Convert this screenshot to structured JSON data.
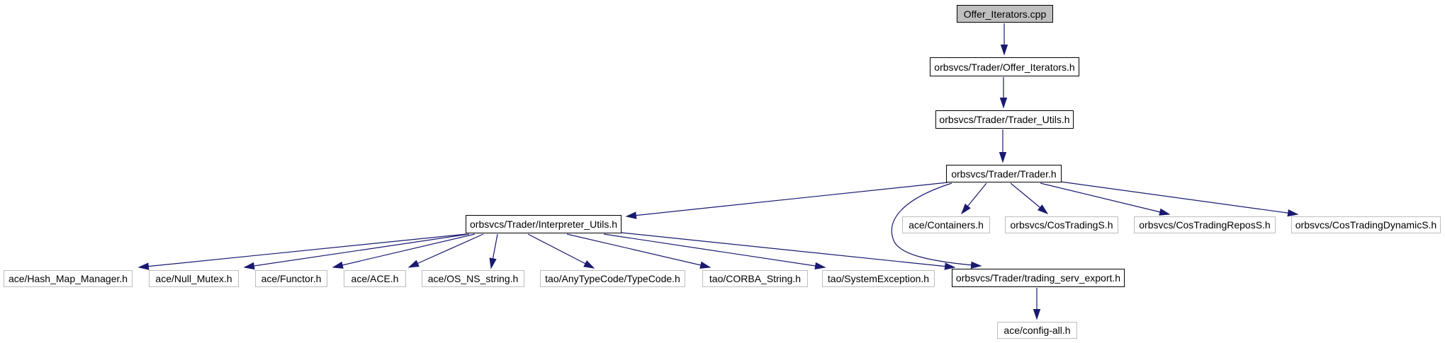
{
  "diagram": {
    "kind": "include-dependency-graph",
    "root_file": "Offer_Iterators.cpp",
    "colors": {
      "background": "#ffffff",
      "edge": "#191970",
      "text": "#000000",
      "node_fill": "#ffffff",
      "root_fill": "#bfbfbf",
      "internal_border": "#000000",
      "leaf_border": "#bdbdbd"
    },
    "nodes": [
      {
        "id": "offer_iterators_cpp",
        "label": "Offer_Iterators.cpp",
        "kind": "root"
      },
      {
        "id": "offer_iterators_h",
        "label": "orbsvcs/Trader/Offer_Iterators.h",
        "kind": "internal"
      },
      {
        "id": "trader_utils_h",
        "label": "orbsvcs/Trader/Trader_Utils.h",
        "kind": "internal"
      },
      {
        "id": "trader_h",
        "label": "orbsvcs/Trader/Trader.h",
        "kind": "internal"
      },
      {
        "id": "interpreter_utils_h",
        "label": "orbsvcs/Trader/Interpreter_Utils.h",
        "kind": "internal"
      },
      {
        "id": "ace_containers_h",
        "label": "ace/Containers.h",
        "kind": "leaf"
      },
      {
        "id": "cos_trading_s_h",
        "label": "orbsvcs/CosTradingS.h",
        "kind": "leaf"
      },
      {
        "id": "cos_trading_repos_s_h",
        "label": "orbsvcs/CosTradingReposS.h",
        "kind": "leaf"
      },
      {
        "id": "cos_trading_dynamic_s_h",
        "label": "orbsvcs/CosTradingDynamicS.h",
        "kind": "leaf"
      },
      {
        "id": "ace_hash_map_manager_h",
        "label": "ace/Hash_Map_Manager.h",
        "kind": "leaf"
      },
      {
        "id": "ace_null_mutex_h",
        "label": "ace/Null_Mutex.h",
        "kind": "leaf"
      },
      {
        "id": "ace_functor_h",
        "label": "ace/Functor.h",
        "kind": "leaf"
      },
      {
        "id": "ace_ace_h",
        "label": "ace/ACE.h",
        "kind": "leaf"
      },
      {
        "id": "ace_os_ns_string_h",
        "label": "ace/OS_NS_string.h",
        "kind": "leaf"
      },
      {
        "id": "tao_typecode_h",
        "label": "tao/AnyTypeCode/TypeCode.h",
        "kind": "leaf"
      },
      {
        "id": "tao_corba_string_h",
        "label": "tao/CORBA_String.h",
        "kind": "leaf"
      },
      {
        "id": "tao_system_exception_h",
        "label": "tao/SystemException.h",
        "kind": "leaf"
      },
      {
        "id": "trading_serv_export_h",
        "label": "orbsvcs/Trader/trading_serv_export.h",
        "kind": "bold"
      },
      {
        "id": "ace_config_all_h",
        "label": "ace/config-all.h",
        "kind": "leaf"
      }
    ],
    "edges": [
      {
        "from": "offer_iterators_cpp",
        "to": "offer_iterators_h"
      },
      {
        "from": "offer_iterators_h",
        "to": "trader_utils_h"
      },
      {
        "from": "trader_utils_h",
        "to": "trader_h"
      },
      {
        "from": "trader_h",
        "to": "interpreter_utils_h"
      },
      {
        "from": "trader_h",
        "to": "ace_containers_h"
      },
      {
        "from": "trader_h",
        "to": "cos_trading_s_h"
      },
      {
        "from": "trader_h",
        "to": "cos_trading_repos_s_h"
      },
      {
        "from": "trader_h",
        "to": "cos_trading_dynamic_s_h"
      },
      {
        "from": "trader_h",
        "to": "trading_serv_export_h"
      },
      {
        "from": "interpreter_utils_h",
        "to": "ace_hash_map_manager_h"
      },
      {
        "from": "interpreter_utils_h",
        "to": "ace_null_mutex_h"
      },
      {
        "from": "interpreter_utils_h",
        "to": "ace_functor_h"
      },
      {
        "from": "interpreter_utils_h",
        "to": "ace_ace_h"
      },
      {
        "from": "interpreter_utils_h",
        "to": "ace_os_ns_string_h"
      },
      {
        "from": "interpreter_utils_h",
        "to": "tao_typecode_h"
      },
      {
        "from": "interpreter_utils_h",
        "to": "tao_corba_string_h"
      },
      {
        "from": "interpreter_utils_h",
        "to": "tao_system_exception_h"
      },
      {
        "from": "interpreter_utils_h",
        "to": "trading_serv_export_h"
      },
      {
        "from": "trading_serv_export_h",
        "to": "ace_config_all_h"
      }
    ]
  }
}
